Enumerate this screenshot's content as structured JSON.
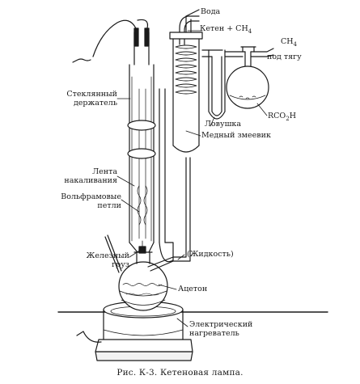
{
  "labels": {
    "water": "Вода",
    "ketene": "Кетен + СН",
    "ketene_sub": "4",
    "ch4": "СН",
    "ch4_sub": "4",
    "to_hood": "под тягу",
    "holder_1": "Стеклянный",
    "holder_2": "держатель",
    "trap": "Ловушка",
    "coil": "Медный змеевик",
    "rco2h": "RCO",
    "rco2h_sub": "2",
    "rco2h_end": "H",
    "filament_1": "Лента",
    "filament_2": "накаливания",
    "loops_1": "Вольфрамовые",
    "loops_2": "петли",
    "liquid": "(Жидкость)",
    "weight_1": "Железный",
    "weight_2": "груз",
    "acetone": "Ацетон",
    "heater_1": "Электрический",
    "heater_2": "нагреватель"
  },
  "caption": "Рис. К-3. Кетеновая лампа."
}
